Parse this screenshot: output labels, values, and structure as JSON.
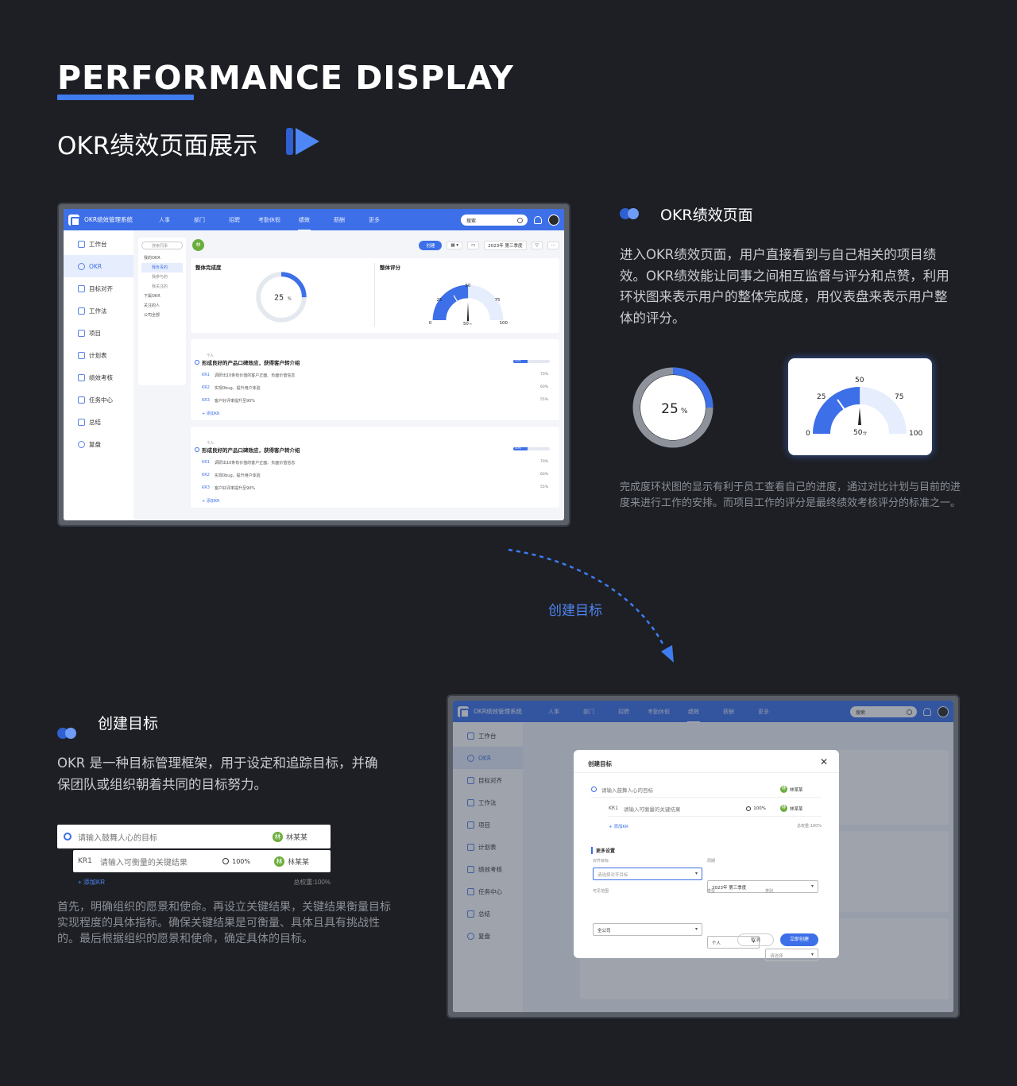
{
  "hero": {
    "title": "PERFORMANCE DISPLAY",
    "subtitle": "OKR绩效页面展示"
  },
  "app": {
    "system_name": "OKR绩效管理系统",
    "nav": [
      "人事",
      "部门",
      "招聘",
      "考勤休假",
      "绩效",
      "薪酬",
      "更多"
    ],
    "nav_active": "绩效",
    "search_label": "搜索",
    "sidebar": [
      "工作台",
      "OKR",
      "目标对齐",
      "工作法",
      "项目",
      "计划表",
      "绩效考核",
      "任务中心",
      "总结",
      "复盘"
    ],
    "sidebar_active": "OKR",
    "subnav": {
      "search_placeholder": "搜索同事",
      "items": [
        "我的OKR",
        "我负责的",
        "我参与的",
        "我关注的",
        "下属OKR",
        "关注的人",
        "公司全部"
      ]
    },
    "avatar_char": "林",
    "toolbar": {
      "create": "创建",
      "period": "2023年 第三季度"
    },
    "completion": {
      "label": "整体完成度",
      "value": "25",
      "unit": "%",
      "percent": 25
    },
    "rating": {
      "label": "整体评分",
      "ticks": [
        "0",
        "25",
        "50",
        "75",
        "100"
      ],
      "value": "50",
      "unit": "分",
      "score": 50
    },
    "objective_cards": [
      {
        "meta": "个人",
        "title": "形成良好的产品口碑效应，获得客户转介绍",
        "progress_label": "40%",
        "progress": 40,
        "krs": [
          {
            "key": "KR1",
            "text": "调研出10条有价值的客户正面、负面价值信息",
            "pct": "70%"
          },
          {
            "key": "KR2",
            "text": "实现0bug，提升用户体验",
            "pct": "60%"
          },
          {
            "key": "KR3",
            "text": "客户好评率提升至90%",
            "pct": "55%"
          }
        ],
        "add_kr": "+ 添加KR"
      },
      {
        "meta": "个人",
        "title": "形成良好的产品口碑效应，获得客户转介绍",
        "progress_label": "40%",
        "progress": 40,
        "krs": [
          {
            "key": "KR1",
            "text": "调研出10条有价值的客户正面、负面价值信息",
            "pct": "70%"
          },
          {
            "key": "KR2",
            "text": "实现0bug，提升用户体验",
            "pct": "60%"
          },
          {
            "key": "KR3",
            "text": "客户好评率提升至90%",
            "pct": "55%"
          }
        ],
        "add_kr": "+ 添加KR"
      }
    ]
  },
  "section1": {
    "title": "OKR绩效页面",
    "paragraph": "进入OKR绩效页面，用户直接看到与自己相关的项目绩效。OKR绩效能让同事之间相互监督与评分和点赞，利用环状图来表示用户的整体完成度，用仪表盘来表示用户整体的评分。",
    "donut": {
      "value": "25",
      "unit": "%",
      "percent": 25
    },
    "gauge": {
      "ticks": [
        "0",
        "25",
        "50",
        "75",
        "100"
      ],
      "value": "50",
      "unit": "分",
      "score": 50
    },
    "note": "完成度环状图的显示有利于员工查看自己的进度，通过对比计划与目前的进度来进行工作的安排。而项目工作的评分是最终绩效考核评分的标准之一。"
  },
  "arrow_label": "创建目标",
  "section2": {
    "title": "创建目标",
    "paragraph": "OKR 是一种目标管理框架，用于设定和追踪目标，并确保团队或组织朝着共同的目标努力。",
    "form": {
      "objective_placeholder": "请输入鼓舞人心的目标",
      "owner": "林某某",
      "owner_char": "林",
      "kr_key": "KR1",
      "kr_placeholder": "请输入可衡量的关键结果",
      "kr_pct": "100%",
      "add_kr": "+ 添加KR",
      "weight": "总权重:100%"
    },
    "note": "首先，明确组织的愿景和使命。再设立关键结果，关键结果衡量目标实现程度的具体指标。确保关键结果是可衡量、具体且具有挑战性的。最后根据组织的愿景和使命，确定具体的目标。"
  },
  "modal": {
    "title": "创建目标",
    "more_settings": "更多设置",
    "align_label": "对齐目标",
    "align_placeholder": "请选择对齐目标",
    "period_label": "周期",
    "period_value": "2023年 第三季度",
    "scope_label": "可见范围",
    "scope_value": "全公司",
    "type_label": "类型",
    "type_value": "个人",
    "category_label": "类别",
    "category_placeholder": "请选择",
    "cancel": "取消",
    "submit": "立即创建"
  },
  "colors": {
    "bg": "#1d1f24",
    "accent": "#3d6fe8",
    "green": "#6aad3c"
  }
}
